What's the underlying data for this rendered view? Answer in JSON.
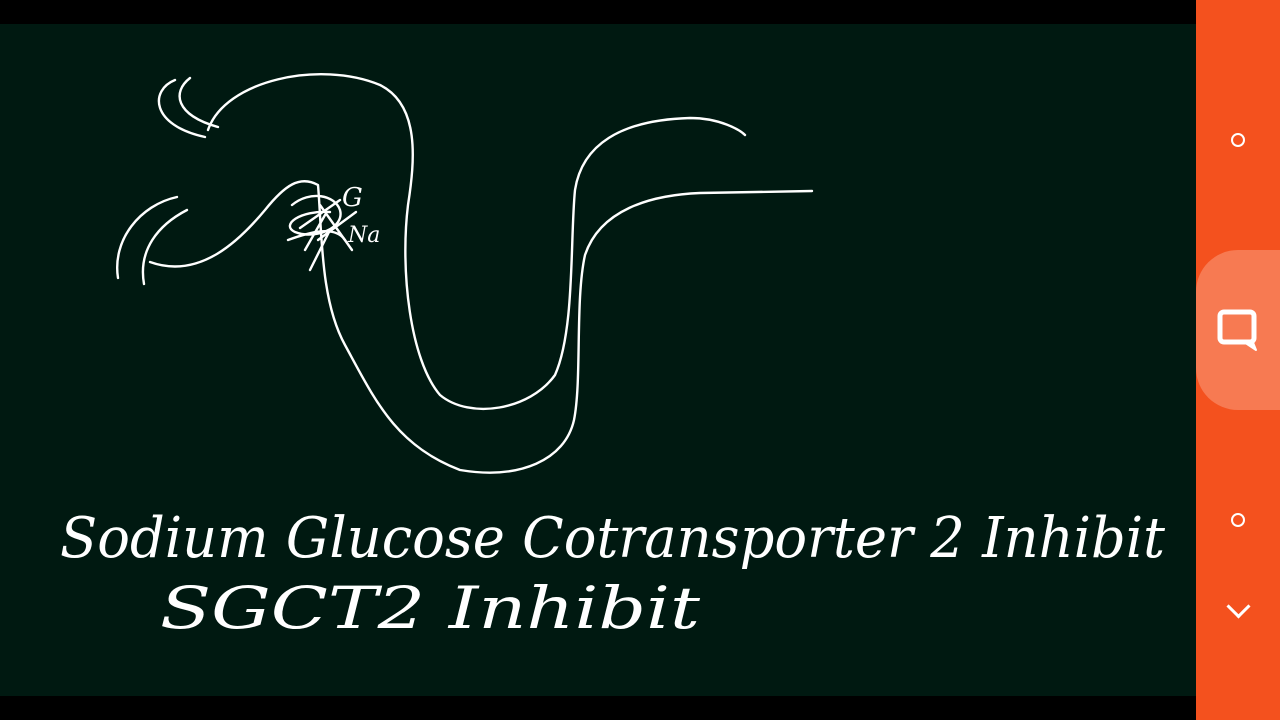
{
  "whiteboard": {
    "labels": {
      "glucose": "G",
      "sodium": "Na"
    },
    "text_line_1": "Sodium Glucose Cotransporter 2 Inhibit",
    "text_line_2": "SGCT2 Inhibit"
  },
  "side_panel": {
    "buttons": [
      {
        "icon": "circle-icon"
      },
      {
        "icon": "chat-icon"
      },
      {
        "icon": "circle-icon"
      },
      {
        "icon": "chevron-down-icon"
      }
    ]
  },
  "colors": {
    "board": "#001911",
    "ink": "#ffffff",
    "panel": "#f4511e",
    "panel_highlight": "#f77a52"
  }
}
